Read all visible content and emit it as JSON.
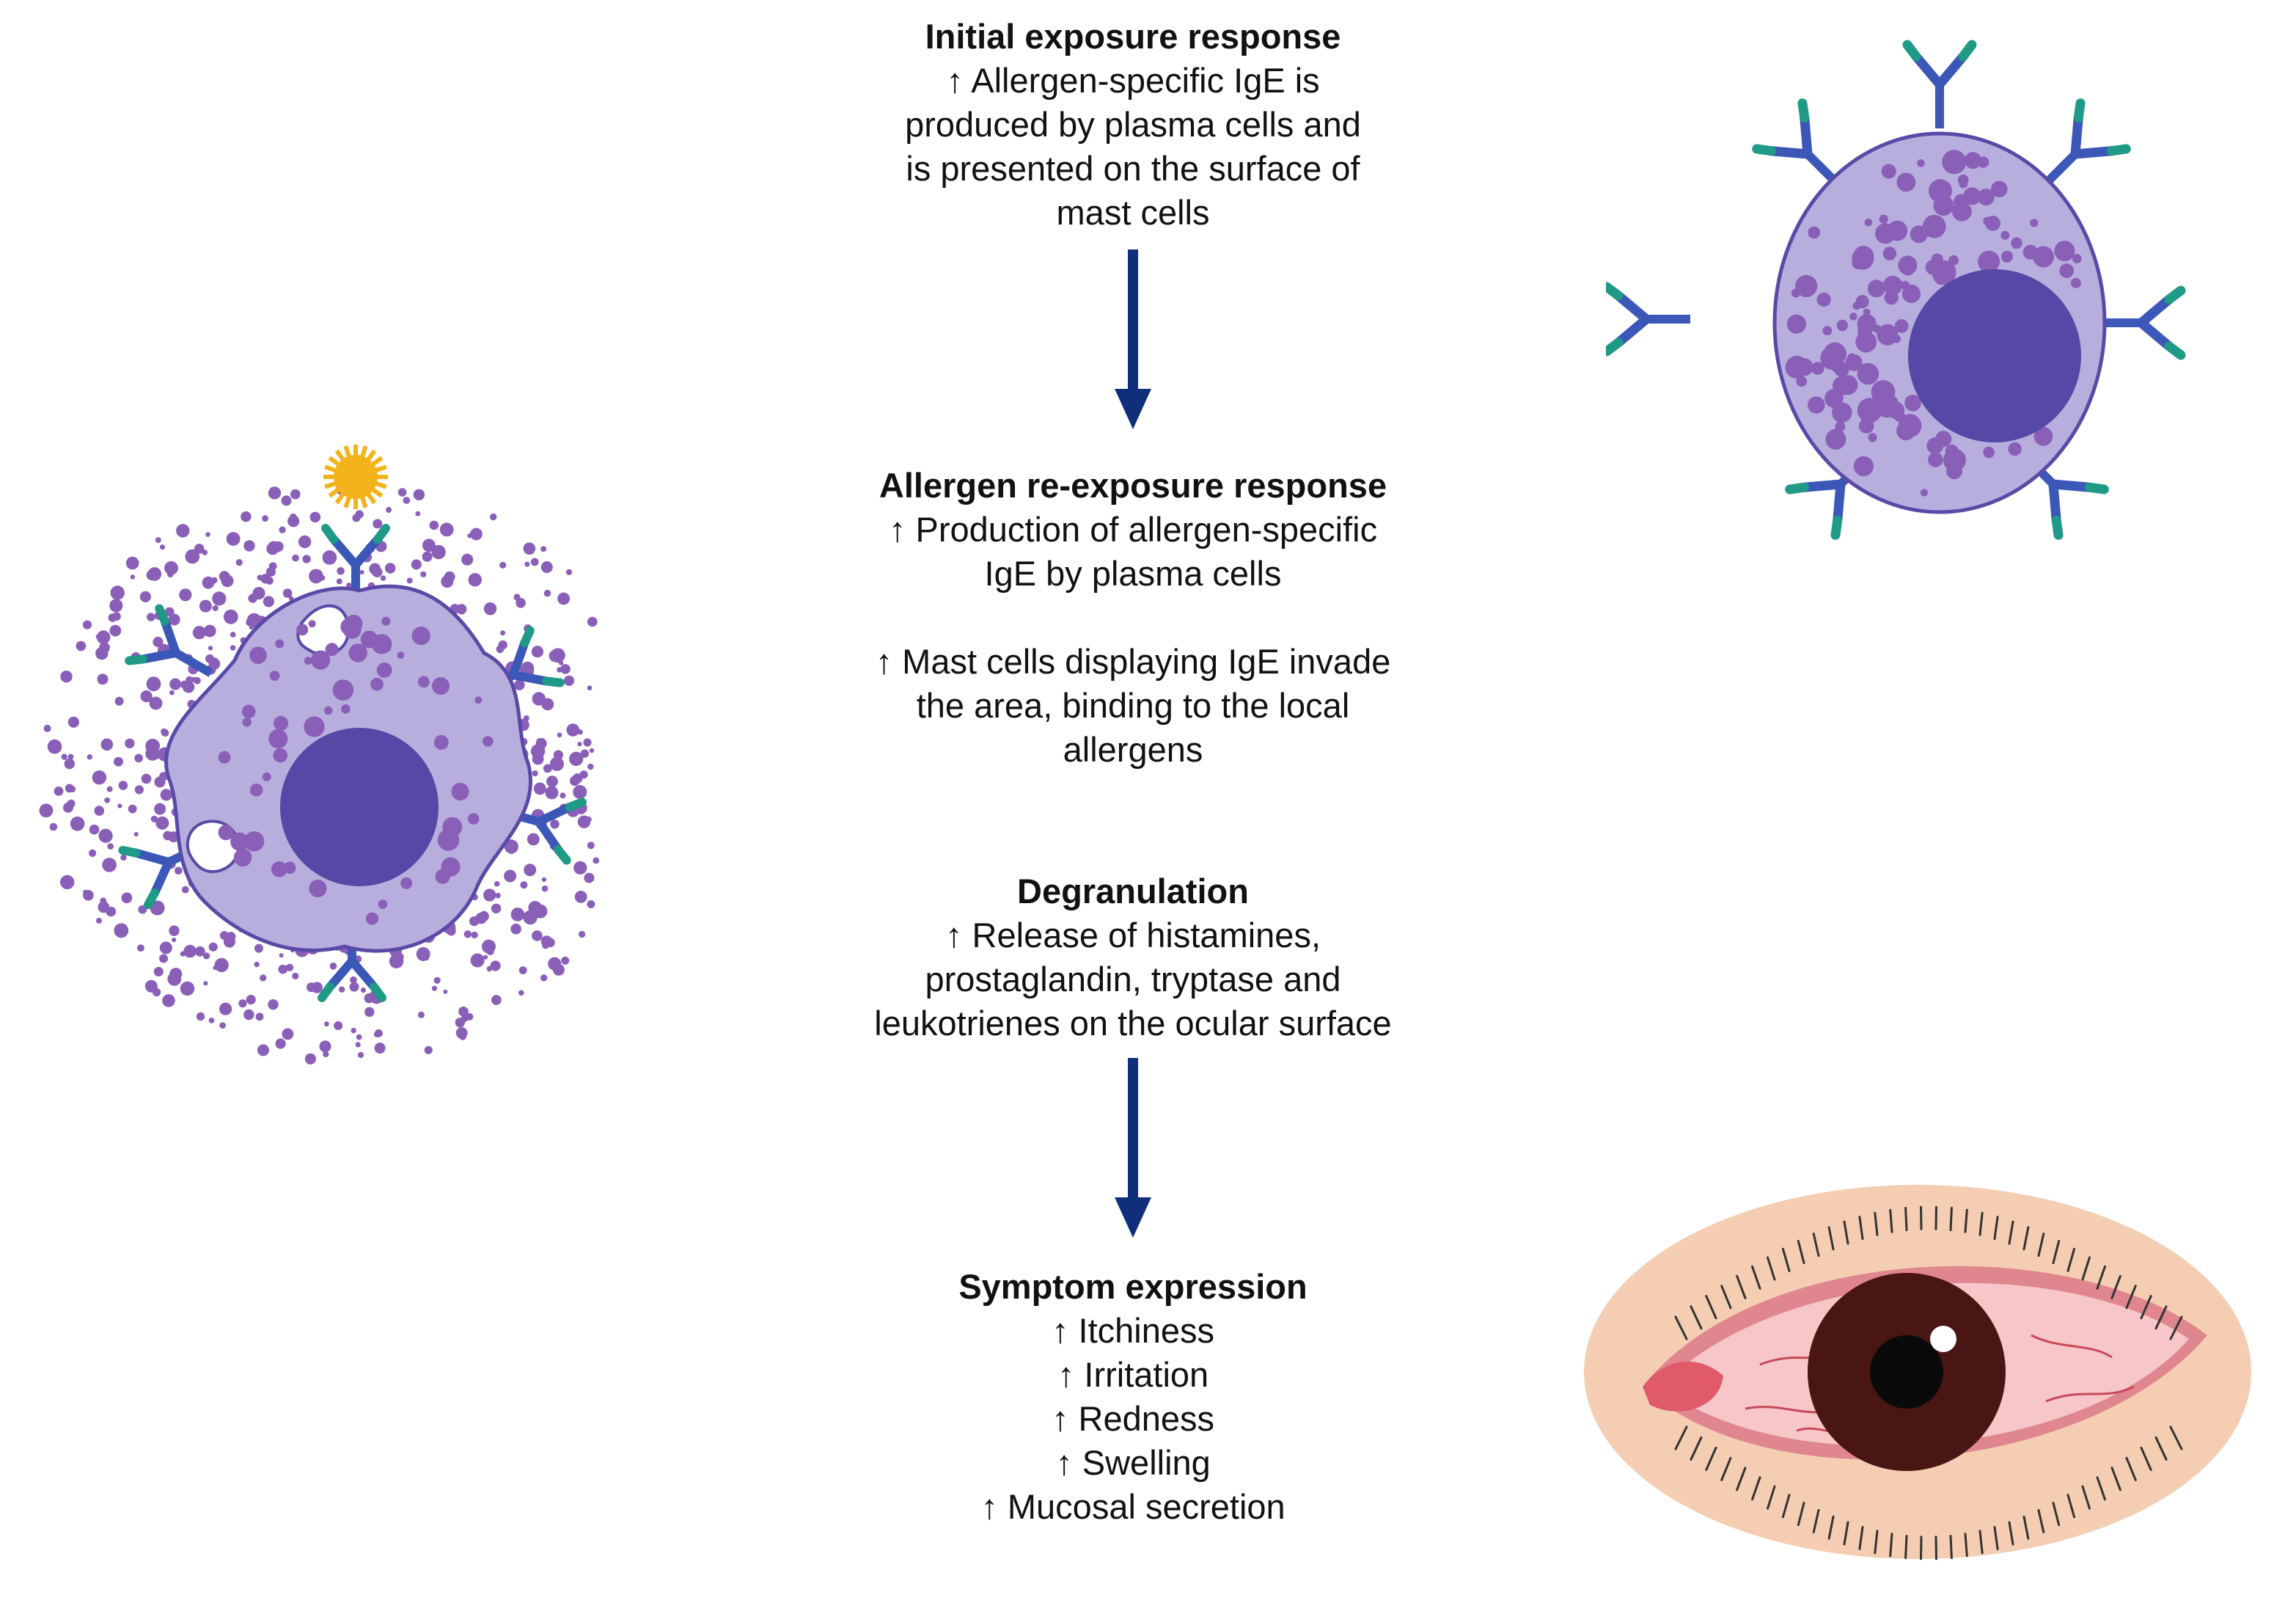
{
  "colors": {
    "arrow": "#0f2f7a",
    "cell_body": "#b7aedd",
    "cell_outline": "#5a4aa8",
    "granule": "#8a5fb8",
    "nucleus": "#5548a6",
    "antibody": "#3b57b8",
    "antibody_tip": "#1f9a86",
    "allergen": "#f2b31b",
    "iris": "#4a1613",
    "sclera": "#f6c6c8",
    "skin": "#f4cdb3"
  },
  "steps": {
    "initial": {
      "title": "Initial exposure response",
      "lines": [
        "↑ Allergen-specific IgE is",
        "produced by plasma cells and",
        "is presented on the surface of",
        "mast cells"
      ]
    },
    "reexposure": {
      "title": "Allergen re-exposure response",
      "lines": [
        "↑ Production of allergen-specific",
        "IgE by plasma cells"
      ],
      "lines2": [
        "↑ Mast cells displaying IgE invade",
        "the area, binding to the local",
        "allergens"
      ]
    },
    "degranulation": {
      "title": "Degranulation",
      "lines": [
        "↑ Release of histamines,",
        "prostaglandin, tryptase and",
        "leukotrienes on the ocular surface"
      ]
    },
    "symptoms": {
      "title": "Symptom expression",
      "lines": [
        "↑ Itchiness",
        "↑ Irritation",
        "↑ Redness",
        "↑ Swelling",
        "↑ Mucosal secretion"
      ]
    }
  },
  "icons": {
    "mast_cell": "mast-cell-icon",
    "degranulating_cell": "degranulating-mast-cell-icon",
    "red_eye": "red-eye-icon",
    "antibody": "ige-antibody-icon",
    "allergen": "allergen-particle-icon"
  }
}
